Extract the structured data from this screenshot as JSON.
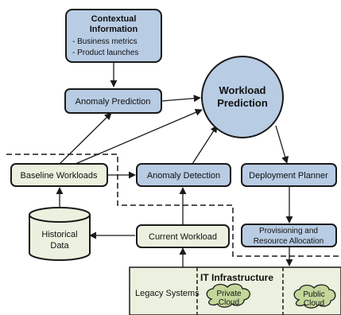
{
  "colors": {
    "blue_fill": "#b8cce4",
    "green_fill": "#ebf1de",
    "infra_fill": "#ebf1de",
    "stroke": "#1a1a1a"
  },
  "nodes": {
    "contextual": {
      "title_line1": "Contextual",
      "title_line2": "Information",
      "bullet1": "- Business metrics",
      "bullet2": "- Product launches"
    },
    "anomaly_prediction": "Anomaly Prediction",
    "workload_prediction_line1": "Workload",
    "workload_prediction_line2": "Prediction",
    "baseline_workloads": "Baseline Workloads",
    "anomaly_detection": "Anomaly Detection",
    "deployment_planner": "Deployment Planner",
    "historical_line1": "Historical",
    "historical_line2": "Data",
    "current_workload": "Current Workload",
    "provisioning_line1": "Provisioning and",
    "provisioning_line2": "Resource Allocation"
  },
  "infrastructure": {
    "title": "IT Infrastructure",
    "legacy": "Legacy Systems",
    "private_line1": "Private",
    "private_line2": "Cloud",
    "public_line1": "Public",
    "public_line2": "Cloud"
  }
}
